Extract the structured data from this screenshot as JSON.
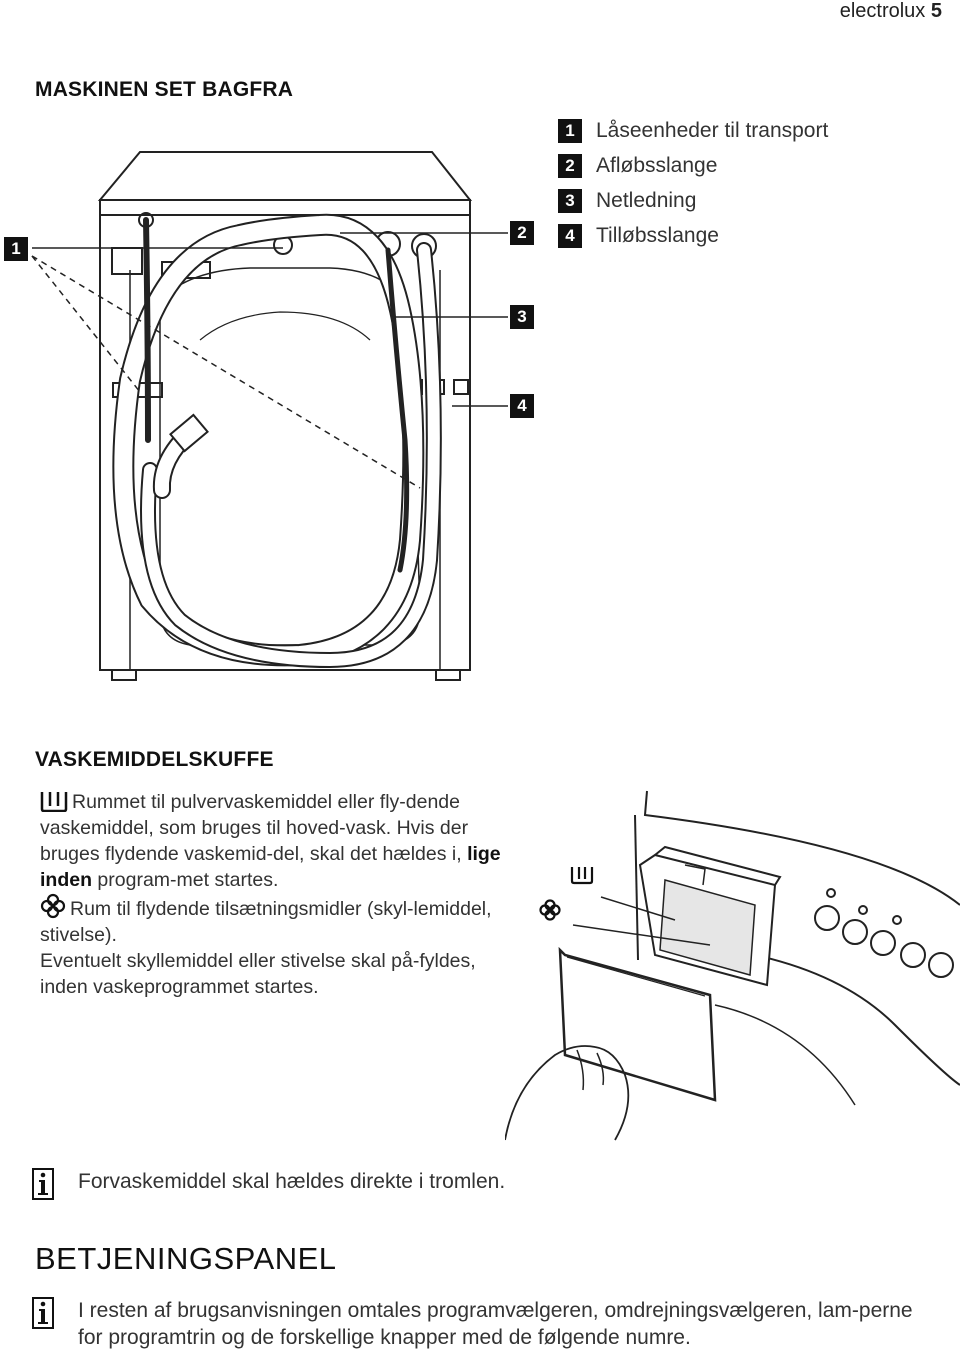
{
  "header": {
    "brand": "electrolux",
    "page_number": "5"
  },
  "section_rear": {
    "title": "MASKINEN SET BAGFRA",
    "legend": [
      {
        "num": "1",
        "label": "Låseenheder til transport"
      },
      {
        "num": "2",
        "label": "Afløbsslange"
      },
      {
        "num": "3",
        "label": "Netledning"
      },
      {
        "num": "4",
        "label": "Tilløbsslange"
      }
    ],
    "callouts": [
      "1",
      "2",
      "3",
      "4"
    ]
  },
  "section_drawer": {
    "title": "VASKEMIDDELSKUFFE",
    "para1": "Rummet til pulvervaskemiddel eller fly-dende vaskemiddel, som bruges til hoved-vask. Hvis der bruges flydende vaskemid-del, skal det hældes i,",
    "para1_bold": "lige inden",
    "para1_end": "program-met startes.",
    "para2": "Rum til flydende tilsætningsmidler (skyl-lemiddel, stivelse).",
    "para3": "Eventuelt skyllemiddel eller stivelse skal på-fyldes, inden vaskeprogrammet startes.",
    "note": "Forvaskemiddel skal hældes direkte i tromlen."
  },
  "section_panel": {
    "title": "BETJENINGSPANEL",
    "note": "I resten af brugsanvisningen omtales programvælgeren, omdrejningsvælgeren, lam-perne for programtrin og de forskellige knapper med de følgende numre."
  }
}
